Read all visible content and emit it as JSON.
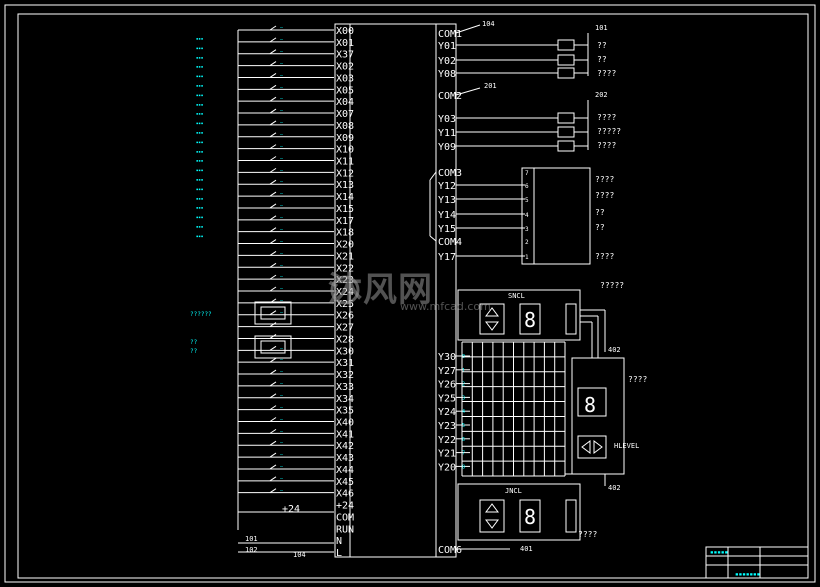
{
  "colors": {
    "background": "#000000",
    "line": "#ffffff",
    "accent_cyan": "#00ffff",
    "watermark": "#999999"
  },
  "plc": {
    "inputs": [
      "X00",
      "X01",
      "X37",
      "X02",
      "X03",
      "X05",
      "X04",
      "X07",
      "X08",
      "X09",
      "X10",
      "X11",
      "X12",
      "X13",
      "X14",
      "X15",
      "X17",
      "X18",
      "X20",
      "X21",
      "X22",
      "X23",
      "X24",
      "X25",
      "X26",
      "X27",
      "X28",
      "X30",
      "X31",
      "X32",
      "X33",
      "X34",
      "X35",
      "X40",
      "X41",
      "X42",
      "X43",
      "X44",
      "X45",
      "X46",
      "+24",
      "COM",
      "RUN",
      "N",
      "L"
    ],
    "top_right": [
      "COM1",
      "Y01",
      "Y02",
      "Y08",
      "COM2",
      "Y03",
      "Y11",
      "Y09",
      "COM3",
      "Y12",
      "Y13",
      "Y14",
      "Y15",
      "COM4",
      "Y17"
    ],
    "lower_right": [
      "Y30",
      "Y27",
      "Y26",
      "Y25",
      "Y24",
      "Y23",
      "Y22",
      "Y21",
      "Y20"
    ],
    "bottom_right": "COM6"
  },
  "labels": {
    "w104_top": "104",
    "w101": "101",
    "w201": "201",
    "w202": "202",
    "w401": "401",
    "w402_a": "402",
    "w402_b": "402",
    "w101_left": "101",
    "w102_left": "102",
    "w104_bottom": "104",
    "plus24": "+24",
    "q2a": "??",
    "q2b": "??",
    "q4a": "????",
    "q4b": "????",
    "q5": "?????",
    "q4c": "????",
    "q4d": "????",
    "q4e": "????",
    "q2c": "??",
    "q2d": "??",
    "q4f": "????",
    "q5b": "?????",
    "q4g": "????",
    "q4h": "????",
    "sncl": "SNCL",
    "jncl": "JNCL",
    "hlevel": "HLEVEL",
    "left_a": "??????",
    "left_b": "??",
    "left_c": "??",
    "relay": [
      "1",
      "2",
      "3",
      "4",
      "5",
      "6",
      "7"
    ]
  },
  "title_block": {
    "line1": "...",
    "line2": "..."
  },
  "watermark": {
    "brand": "沐风网",
    "url": "www.mfcad.com"
  }
}
